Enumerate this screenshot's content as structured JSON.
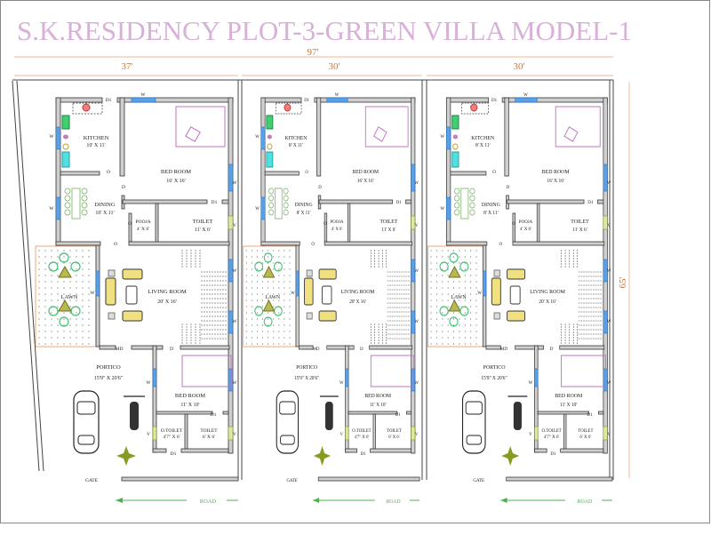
{
  "title": "S.K.RESIDENCY PLOT-3-GREEN VILLA MODEL-1",
  "dimensions": {
    "total_width": "97'",
    "plot_widths": [
      "37'",
      "30'",
      "30'"
    ],
    "depth": "65'"
  },
  "markers": {
    "door": "D",
    "door1": "D1",
    "window": "W",
    "opening": "O",
    "main_door": "MD",
    "ventilator": "V"
  },
  "units": [
    {
      "kitchen": "KITCHEN",
      "kitchen_size": "10' X 11'",
      "bedroom": "BED ROOM",
      "bedroom_size": "16' X 16'",
      "dining": "DINING",
      "dining_size": "10' X 11'",
      "pooja": "POOJA",
      "pooja_size": "4' X 6'",
      "toilet": "TOILET",
      "toilet_size": "11' X 6'",
      "lawn": "LAWN",
      "living": "LIVING ROOM",
      "living_size": "20' X 16'",
      "portico": "PORTICO",
      "portico_size": "15'9\" X 20'6\"",
      "bedroom2": "BED ROOM",
      "bedroom2_size": "11' X 10'",
      "otoilet": "O.TOILET",
      "otoilet_size": "4'7\" X 6'",
      "toilet2": "TOILET",
      "toilet2_size": "6' X 6'",
      "gate": "GATE",
      "road": "ROAD"
    },
    {
      "kitchen": "KITCHEN",
      "kitchen_size": "8' X 11'",
      "bedroom": "BED ROOM",
      "bedroom_size": "16' X 16'",
      "dining": "DINING",
      "dining_size": "8' X 11'",
      "pooja": "POOJA",
      "pooja_size": "4' X 6'",
      "toilet": "TOILET",
      "toilet_size": "11' X 6'",
      "lawn": "LAWN",
      "living": "LIVING ROOM",
      "living_size": "20' X 16'",
      "portico": "PORTICO",
      "portico_size": "15'9\" X 20'6\"",
      "bedroom2": "BED ROOM",
      "bedroom2_size": "11' X 10'",
      "otoilet": "O.TOILET",
      "otoilet_size": "4'7\" X 6'",
      "toilet2": "TOILET",
      "toilet2_size": "6' X 6'",
      "gate": "GATE",
      "road": "ROAD"
    },
    {
      "kitchen": "KITCHEN",
      "kitchen_size": "8' X 11'",
      "bedroom": "BED ROOM",
      "bedroom_size": "16' X 16'",
      "dining": "DINING",
      "dining_size": "8' X 11'",
      "pooja": "POOJA",
      "pooja_size": "4' X 6'",
      "toilet": "TOILET",
      "toilet_size": "11' X 6'",
      "lawn": "LAWN",
      "living": "LIVING ROOM",
      "living_size": "20' X 16'",
      "portico": "PORTICO",
      "portico_size": "15'9\" X 20'6\"",
      "bedroom2": "BED ROOM",
      "bedroom2_size": "11' X 10'",
      "otoilet": "O.TOILET",
      "otoilet_size": "4'7\" X 6'",
      "toilet2": "TOILET",
      "toilet2_size": "6' X 6'",
      "gate": "GATE",
      "road": "ROAD"
    }
  ],
  "colors": {
    "title": "#d8b0d8",
    "dimension": "#e07020",
    "window": "#5aa0e6",
    "bed": "#c070c0",
    "plant": "#40c070",
    "road": "#50b050"
  }
}
